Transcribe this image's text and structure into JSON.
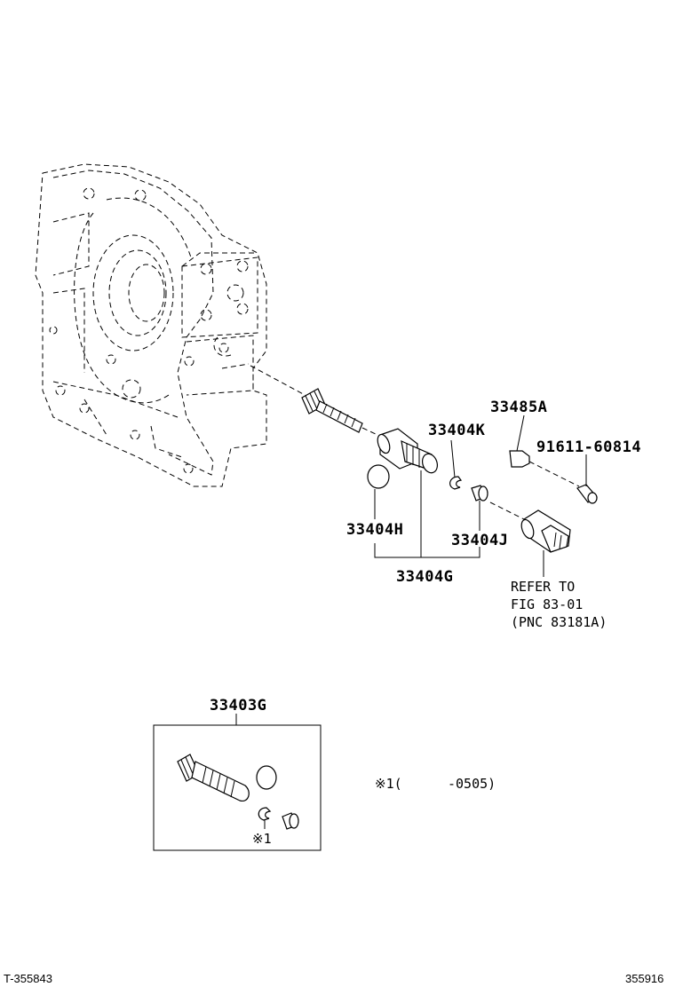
{
  "labels": {
    "p33485A": "33485A",
    "p33404K": "33404K",
    "p91611": "91611-60814",
    "p33404H": "33404H",
    "p33404J": "33404J",
    "p33404G": "33404G",
    "refer1": "REFER TO",
    "refer2": "FIG 83-01",
    "refer3": "(PNC 83181A)",
    "p33403G": "33403G",
    "note_mark": "※1",
    "legend_mark": "※1(",
    "legend_range": "-0505)"
  },
  "footer": {
    "left_code": "T-355843",
    "right_code": "355916"
  }
}
